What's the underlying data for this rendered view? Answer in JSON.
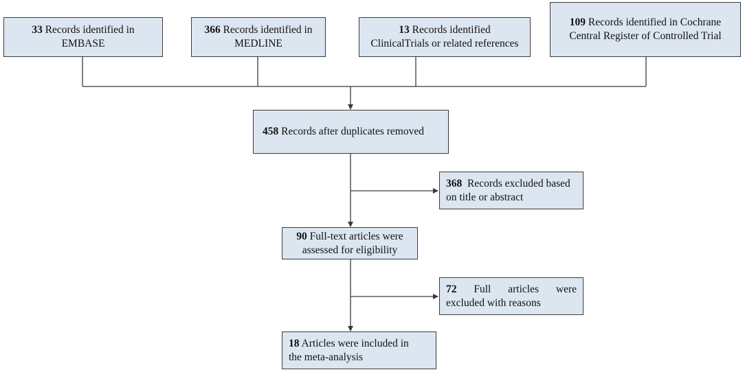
{
  "sources": [
    {
      "count": "33",
      "line1": "Records identified in",
      "line2": "EMBASE"
    },
    {
      "count": "366",
      "line1": "Records identified in",
      "line2": "MEDLINE"
    },
    {
      "count": "13",
      "line1": "Records identified",
      "line2": "ClinicalTrials or related references"
    },
    {
      "count": "109",
      "line1": "Records identified in Cochrane",
      "line2": "Central Register of Controlled Trial"
    }
  ],
  "after_duplicates": {
    "count": "458",
    "text": "Records after duplicates removed"
  },
  "excluded_screening": {
    "count": "368",
    "line1": "Records excluded based",
    "line2": "on title or abstract"
  },
  "full_text": {
    "count": "90",
    "line1": "Full-text articles were",
    "line2": "assessed for eligibility"
  },
  "excluded_full": {
    "count": "72",
    "w1": "Full",
    "w2": "articles",
    "w3": "were",
    "line2": "excluded with reasons"
  },
  "included": {
    "count": "18",
    "line1": "Articles were included in",
    "line2": "the meta-analysis"
  }
}
